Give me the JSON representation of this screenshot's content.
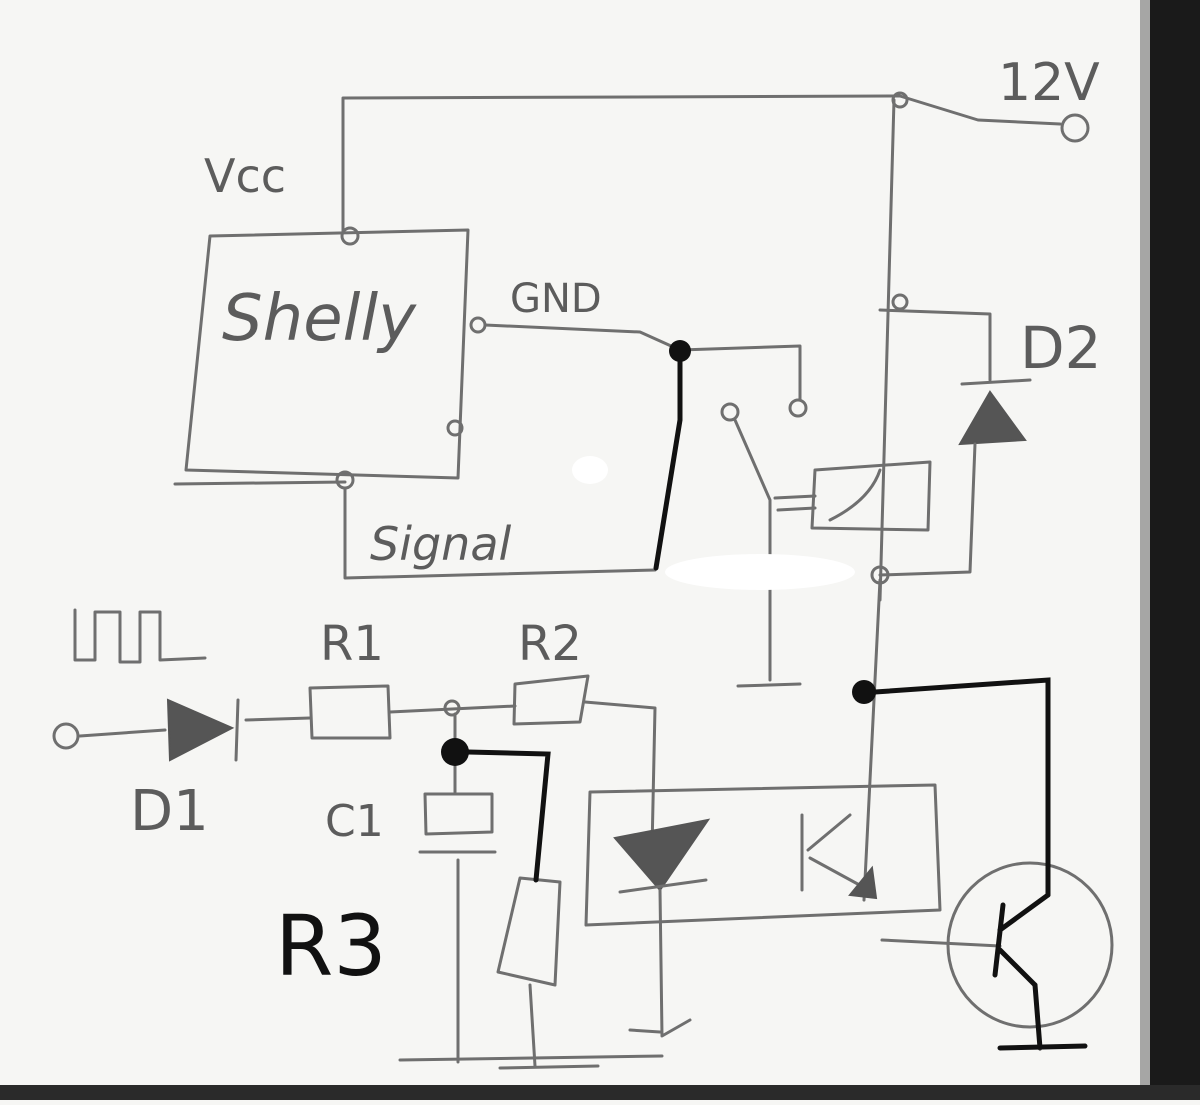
{
  "labels": {
    "v12": "12V",
    "vcc": "Vcc",
    "shelly": "Shelly",
    "gnd": "GND",
    "d2": "D2",
    "signal": "Signal",
    "r1": "R1",
    "r2": "R2",
    "d1": "D1",
    "c1": "C1",
    "r3": "R3"
  },
  "colors": {
    "paper": "#f6f6f4",
    "pencil": "#6f6f6f",
    "ink": "#111111"
  }
}
